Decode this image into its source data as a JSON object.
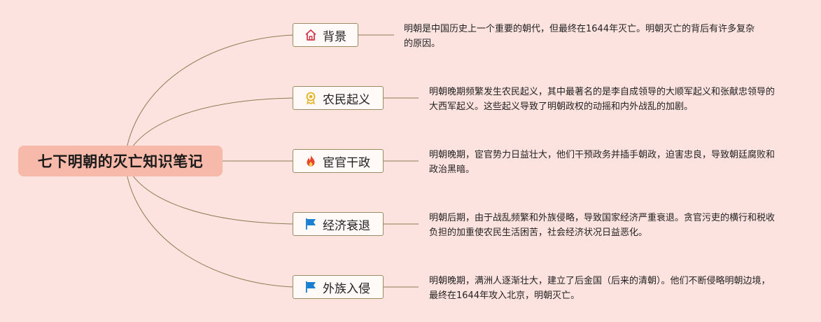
{
  "root": {
    "title": "七下明朝的灭亡知识笔记"
  },
  "topics": [
    {
      "label": "背景",
      "icon": "home-icon",
      "note": "明朝是中国历史上一个重要的朝代，但最终在1644年灭亡。明朝灭亡的背后有许多复杂的原因。"
    },
    {
      "label": "农民起义",
      "icon": "award-ribbon-icon",
      "note": "明朝晚期频繁发生农民起义，其中最著名的是李自成领导的大顺军起义和张献忠领导的大西军起义。这些起义导致了明朝政权的动摇和内外战乱的加剧。"
    },
    {
      "label": "宦官干政",
      "icon": "fire-icon",
      "note": "明朝晚期，宦官势力日益壮大，他们干预政务并插手朝政，迫害忠良，导致朝廷腐败和政治黑暗。"
    },
    {
      "label": "经济衰退",
      "icon": "flag-icon",
      "note": "明朝后期，由于战乱频繁和外族侵略，导致国家经济严重衰退。贪官污吏的横行和税收负担的加重使农民生活困苦，社会经济状况日益恶化。"
    },
    {
      "label": "外族入侵",
      "icon": "flag-icon",
      "note": "明朝晚期，满洲人逐渐壮大，建立了后金国（后来的清朝）。他们不断侵略明朝边境，最终在1644年攻入北京，明朝灭亡。"
    }
  ],
  "colors": {
    "background": "#fde3df",
    "root_fill": "#f7b9aa",
    "branch_line": "#8a7d52",
    "topic_border": "#9a8c62",
    "flag": "#1a7fd0",
    "fire": "#e8452c",
    "ribbon": "#e2b21f",
    "home": "#d23a4f"
  }
}
